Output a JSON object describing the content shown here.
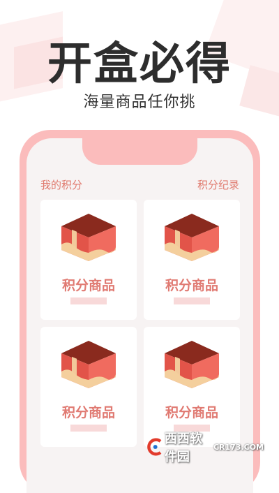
{
  "header": {
    "title": "开盒必得",
    "subtitle": "海量商品任你挑"
  },
  "phone_screen": {
    "my_points_label": "我的积分",
    "points_record_label": "积分纪录",
    "cards": [
      {
        "title": "积分商品"
      },
      {
        "title": "积分商品"
      },
      {
        "title": "积分商品"
      },
      {
        "title": "积分商品"
      }
    ]
  },
  "watermark": {
    "text": "西西软件园",
    "url": "CR173.COM"
  },
  "colors": {
    "phone": "#fbbcbc",
    "accent": "#e07a6e",
    "box_top": "#8a2a1e",
    "box_side": "#e25449"
  }
}
